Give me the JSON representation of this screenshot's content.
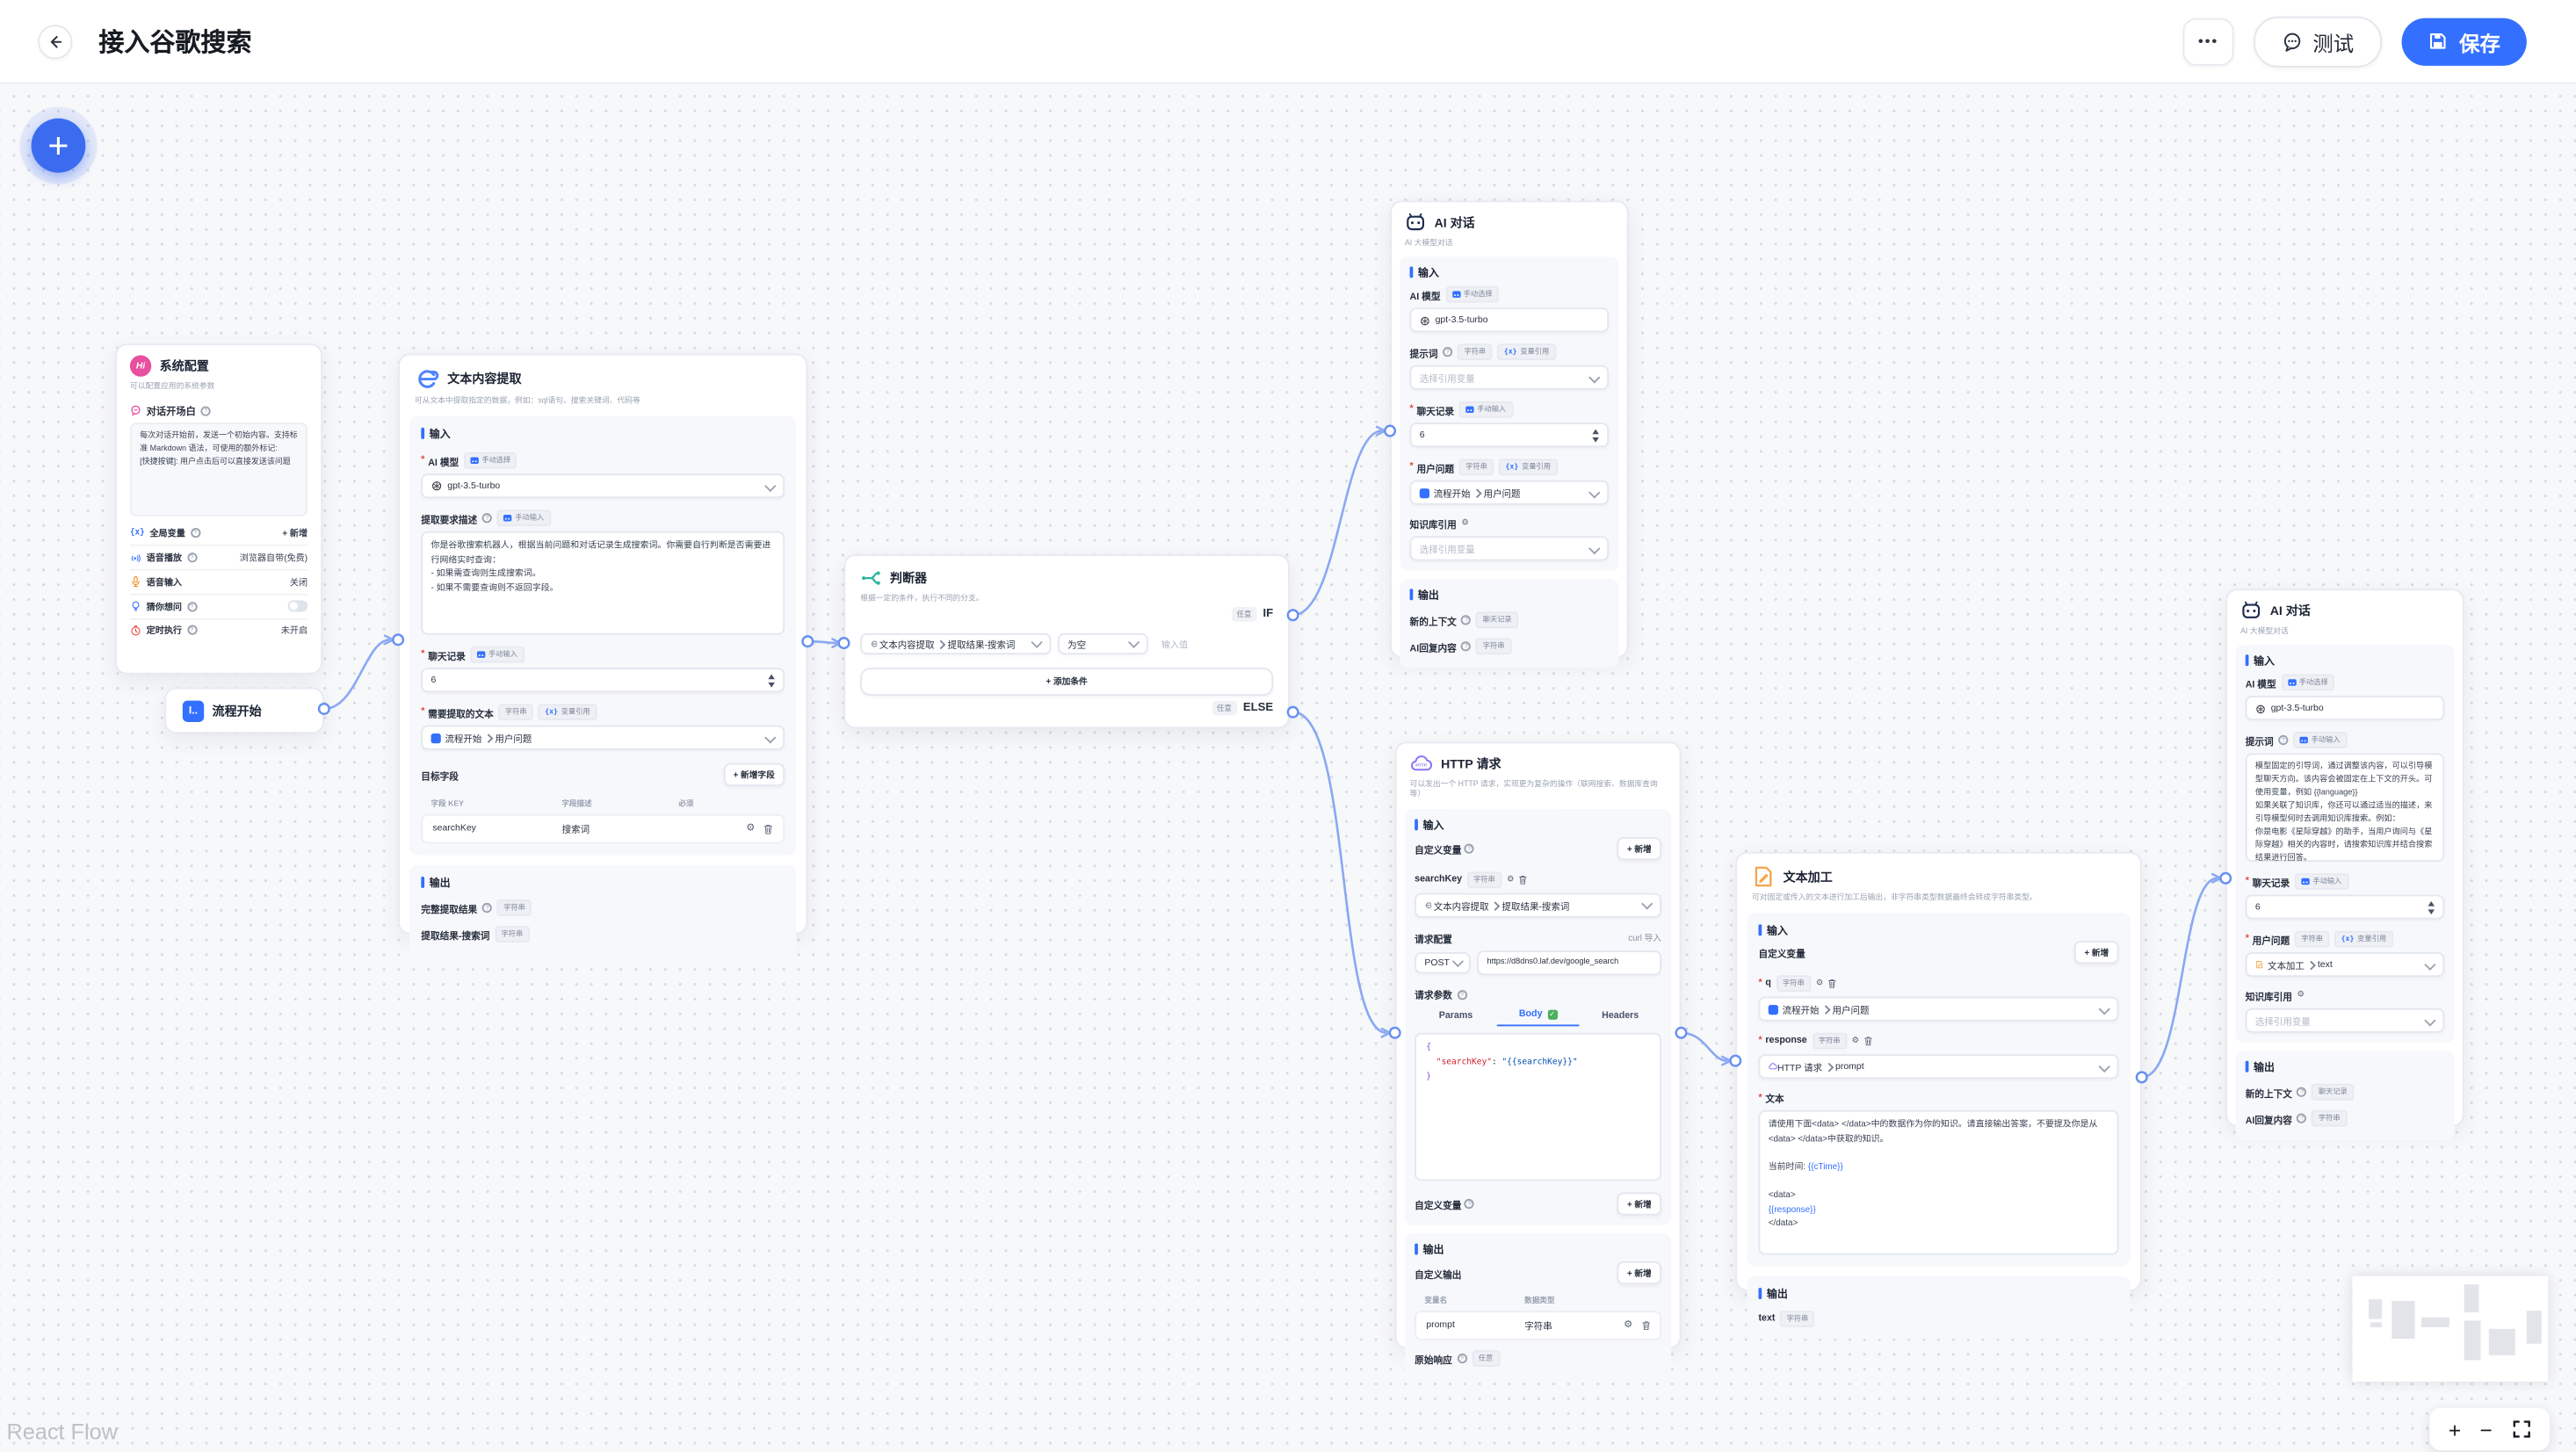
{
  "topbar": {
    "title": "接入谷歌搜索",
    "more": "•••",
    "test": "测试",
    "save": "保存"
  },
  "canvas": {
    "attribution": "React Flow"
  },
  "controls": {
    "zoom_in": "+",
    "zoom_out": "−"
  },
  "colors": {
    "primary": "#3370ff",
    "edge": "#8aa8f3",
    "save_button": "#3370ff",
    "icon_sysconfig": "#e84f9e",
    "icon_extract": "#4e83fd",
    "icon_condition": "#2bb5a3",
    "icon_http": "#8778f7",
    "icon_textprocess": "#f5a54b",
    "code_key": "#cf222e",
    "code_value": "#0550ae"
  },
  "nodes": {
    "sys": {
      "icon_text": "Hi",
      "title": "系统配置",
      "subtitle": "可以配置应用的系统参数",
      "welcome_label": "对话开场白",
      "welcome_placeholder": "每次对话开始前，发送一个初始内容。支持标准 Markdown 语法，可使用的额外标记:\n[快捷按键]: 用户点击后可以直接发送该问题",
      "rows": [
        {
          "label": "全局变量",
          "value": "+ 新增"
        },
        {
          "label": "语音播放",
          "value": "浏览器自带(免费)"
        },
        {
          "label": "语音输入",
          "value": "关闭"
        },
        {
          "label": "猜你想问",
          "value": ""
        },
        {
          "label": "定时执行",
          "value": "未开启"
        }
      ]
    },
    "start": {
      "title": "流程开始"
    },
    "extract": {
      "title": "文本内容提取",
      "subtitle": "可从文本中提取指定的数据，例如：sql语句、搜索关键词、代码等",
      "input_section": "输入",
      "model_label": "AI 模型",
      "model_badge": "手动选择",
      "model_value": "gpt-3.5-turbo",
      "desc_label": "提取要求描述",
      "desc_badge": "手动输入",
      "desc_value": "你是谷歌搜索机器人，根据当前问题和对话记录生成搜索词。你需要自行判断是否需要进行网络实时查询：\n- 如果需查询则生成搜索词。\n- 如果不需要查询则不返回字段。",
      "history_label": "聊天记录",
      "history_badge": "手动输入",
      "history_value": "6",
      "text_label": "需要提取的文本",
      "text_type": "字符串",
      "text_badge": "变量引用",
      "text_source": "流程开始",
      "text_field": "用户问题",
      "fields_label": "目标字段",
      "add_field": "+ 新增字段",
      "col_key": "字段 KEY",
      "col_desc": "字段描述",
      "col_required": "必须",
      "row_key": "searchKey",
      "row_desc": "搜索词",
      "output_section": "输出",
      "out1_label": "完整提取结果",
      "out1_type": "字符串",
      "out2_label": "提取结果-搜索词",
      "out2_type": "字符串"
    },
    "cond": {
      "title": "判断器",
      "subtitle": "根据一定的条件，执行不同的分支。",
      "if_badge": "任意",
      "if_label": "IF",
      "var_source": "文本内容提取",
      "var_field": "提取结果-搜索词",
      "op_value": "为空",
      "value_placeholder": "输入值",
      "add_condition": "+ 添加条件",
      "else_badge": "任意",
      "else_label": "ELSE"
    },
    "ai1": {
      "title": "AI 对话",
      "subtitle": "AI 大模型对话",
      "input_section": "输入",
      "model_label": "AI 模型",
      "model_badge": "手动选择",
      "model_value": "gpt-3.5-turbo",
      "prompt_label": "提示词",
      "prompt_type": "字符串",
      "prompt_badge": "变量引用",
      "prompt_value": "选择引用变量",
      "history_label": "聊天记录",
      "history_badge": "手动输入",
      "history_value": "6",
      "question_label": "用户问题",
      "question_type": "字符串",
      "question_badge": "变量引用",
      "question_source": "流程开始",
      "question_field": "用户问题",
      "kb_label": "知识库引用",
      "kb_value": "选择引用变量",
      "output_section": "输出",
      "out1_label": "新的上下文",
      "out1_type": "聊天记录",
      "out2_label": "AI回复内容",
      "out2_type": "字符串"
    },
    "http": {
      "title": "HTTP 请求",
      "subtitle": "可以发出一个 HTTP 请求，实现更为复杂的操作（联网搜索、数据库查询等）",
      "input_section": "输入",
      "custom_var_label": "自定义变量",
      "add_label": "+ 新增",
      "var_name": "searchKey",
      "var_type": "字符串",
      "var_source": "文本内容提取",
      "var_field": "提取结果-搜索词",
      "config_label": "请求配置",
      "curl_label": "curl 导入",
      "method": "POST",
      "url": "https://d8dns0.laf.dev/google_search",
      "params_label": "请求参数",
      "tab_params": "Params",
      "tab_body": "Body",
      "tab_headers": "Headers",
      "tab_check": "✓",
      "code_open": "{",
      "code_key": "\"searchKey\"",
      "code_sep": ": ",
      "code_val": "\"{{searchKey}}\"",
      "code_close": "}",
      "custom_var2_label": "自定义变量",
      "add2_label": "+ 新增",
      "output_section": "输出",
      "custom_out_label": "自定义输出",
      "add3_label": "+ 新增",
      "col_name": "变量名",
      "col_type": "数据类型",
      "row_name": "prompt",
      "row_type": "字符串",
      "raw_label": "原始响应",
      "raw_type": "任意"
    },
    "tp": {
      "title": "文本加工",
      "subtitle": "可对固定或传入的文本进行加工后输出，非字符串类型数据最终会转成字符串类型。",
      "input_section": "输入",
      "custom_var_label": "自定义变量",
      "add_label": "+ 新增",
      "var1_name": "q",
      "var1_type": "字符串",
      "var1_source": "流程开始",
      "var1_field": "用户问题",
      "var2_name": "response",
      "var2_type": "字符串",
      "var2_source": "HTTP 请求",
      "var2_field": "prompt",
      "text_label": "文本",
      "text_p1": "请使用下面<data> </data>中的数据作为你的知识。请直接输出答案，不要提及你是从<data> </data>中获取的知识。",
      "text_p2": "当前时间: ",
      "text_token1": "{{cTime}}",
      "text_p3": "<data>",
      "text_token2": "{{response}}",
      "text_p4": "</data>",
      "output_section": "输出",
      "out_label": "text",
      "out_type": "字符串"
    },
    "ai2": {
      "title": "AI 对话",
      "subtitle": "AI 大模型对话",
      "input_section": "输入",
      "model_label": "AI 模型",
      "model_badge": "手动选择",
      "model_value": "gpt-3.5-turbo",
      "prompt_label": "提示词",
      "prompt_badge": "手动输入",
      "prompt_placeholder": "模型固定的引导词，通过调整该内容，可以引导模型聊天方向。该内容会被固定在上下文的开头。可使用变量，例如 {{language}}\n如果关联了知识库，你还可以通过适当的描述，来引导模型何时去调用知识库搜索。例如：\n你是电影《星际穿越》的助手，当用户询问与《星际穿越》相关的内容时，请搜索知识库并结合搜索结果进行回答。",
      "history_label": "聊天记录",
      "history_badge": "手动输入",
      "history_value": "6",
      "question_label": "用户问题",
      "question_type": "字符串",
      "question_badge": "变量引用",
      "question_source": "文本加工",
      "question_field": "text",
      "kb_label": "知识库引用",
      "kb_value": "选择引用变量",
      "output_section": "输出",
      "out1_label": "新的上下文",
      "out1_type": "聊天记录",
      "out2_label": "AI回复内容",
      "out2_type": "字符串"
    }
  }
}
